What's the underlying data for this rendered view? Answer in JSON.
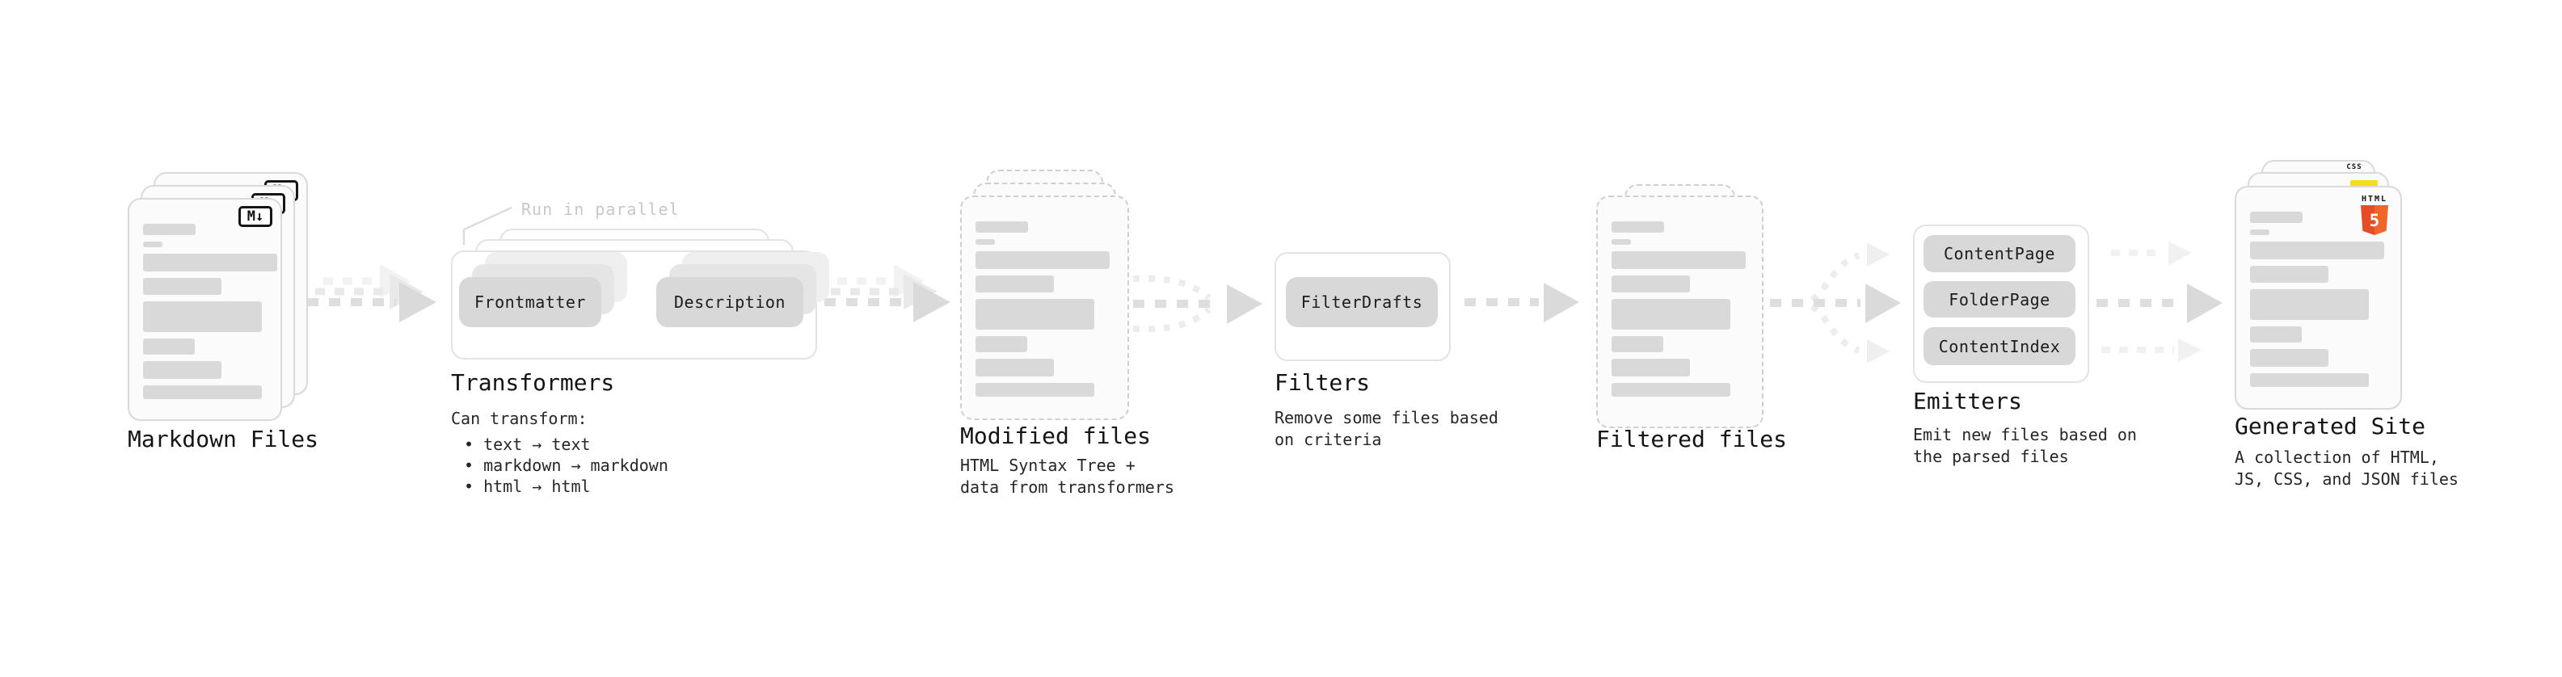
{
  "colors": {
    "html5_orange": "#e44d26",
    "html5_orange_light": "#f16529",
    "js_yellow": "#f5de19",
    "css_blue": "#2965f1",
    "chip_gray": "#d8d8d8",
    "arrow_gray": "#dedede",
    "bar_gray": "#d9d9d9"
  },
  "stages": {
    "markdown": {
      "label": "Markdown Files",
      "badge": "M↓"
    },
    "transformers": {
      "label": "Transformers",
      "note": "Run in parallel",
      "chips": [
        "Frontmatter",
        "Description"
      ],
      "desc_title": "Can transform:",
      "bullets": [
        "• text → text",
        "• markdown → markdown",
        "• html → html"
      ]
    },
    "modified": {
      "label": "Modified files",
      "desc": "HTML Syntax Tree +\ndata from transformers"
    },
    "filters": {
      "label": "Filters",
      "chips": [
        "FilterDrafts"
      ],
      "desc": "Remove some files based\non criteria"
    },
    "filtered": {
      "label": "Filtered files"
    },
    "emitters": {
      "label": "Emitters",
      "chips": [
        "ContentPage",
        "FolderPage",
        "ContentIndex"
      ],
      "desc": "Emit new files based on\nthe parsed files"
    },
    "generated": {
      "label": "Generated Site",
      "desc": "A collection of HTML,\nJS, CSS, and JSON files",
      "badges": {
        "html": "HTML",
        "five": "5",
        "css": "CSS"
      }
    }
  }
}
